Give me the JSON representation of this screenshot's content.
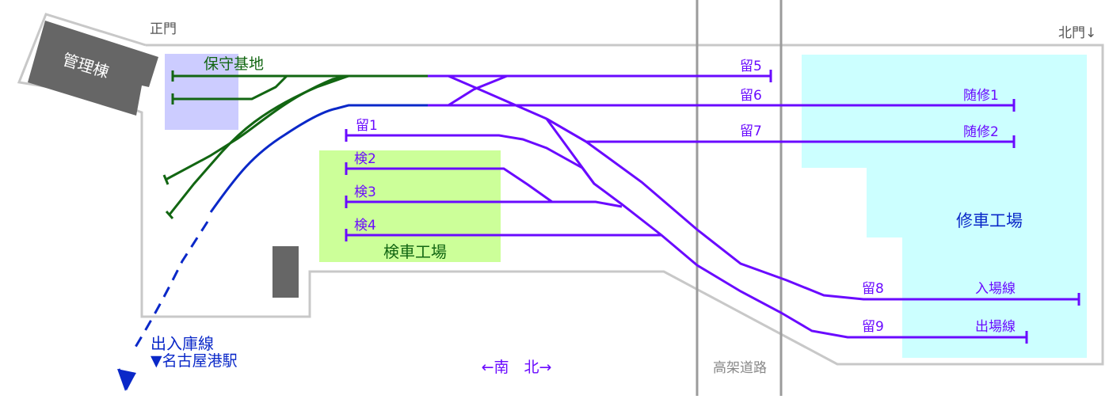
{
  "labels": {
    "main_gate": "正門",
    "north_gate": "北門↓",
    "admin_building": "管理棟",
    "maintenance_base": "保守基地",
    "inspection_shop": "検車工場",
    "repair_shop": "修車工場",
    "viaduct_road": "高架道路",
    "direction": "←南　北→",
    "depot_line": "出入庫線",
    "station": "▼名古屋港駅"
  },
  "tracks": {
    "stabling_5": "留5",
    "stabling_6": "留6",
    "stabling_7": "留7",
    "stabling_1": "留1",
    "inspection_2": "検2",
    "inspection_3": "検3",
    "inspection_4": "検4",
    "stabling_8": "留8",
    "stabling_9": "留9",
    "temp_repair_1": "随修1",
    "temp_repair_2": "随修2",
    "entry_track": "入場線",
    "exit_track": "出場線"
  },
  "colors": {
    "main_track": "#6a0aff",
    "depot_line": "#0a28c8",
    "maintenance_track": "#126612",
    "base_area": "#ccccff",
    "inspection_area": "#ccff99",
    "repair_area": "#ccffff",
    "building": "#666666",
    "boundary": "#c8c8c8",
    "viaduct": "#9b9b9b"
  }
}
